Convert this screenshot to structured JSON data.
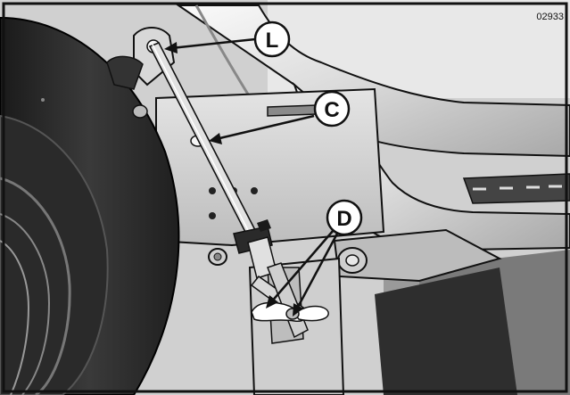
{
  "figure_number": "02933",
  "callouts": [
    {
      "id": "L",
      "label": "L"
    },
    {
      "id": "C",
      "label": "C"
    },
    {
      "id": "D",
      "label": "D"
    }
  ],
  "colors": {
    "frame": "#111111",
    "background": "#d6d6d6",
    "highlight": "#f2f2f2",
    "shadow": "#2a2a2a"
  }
}
